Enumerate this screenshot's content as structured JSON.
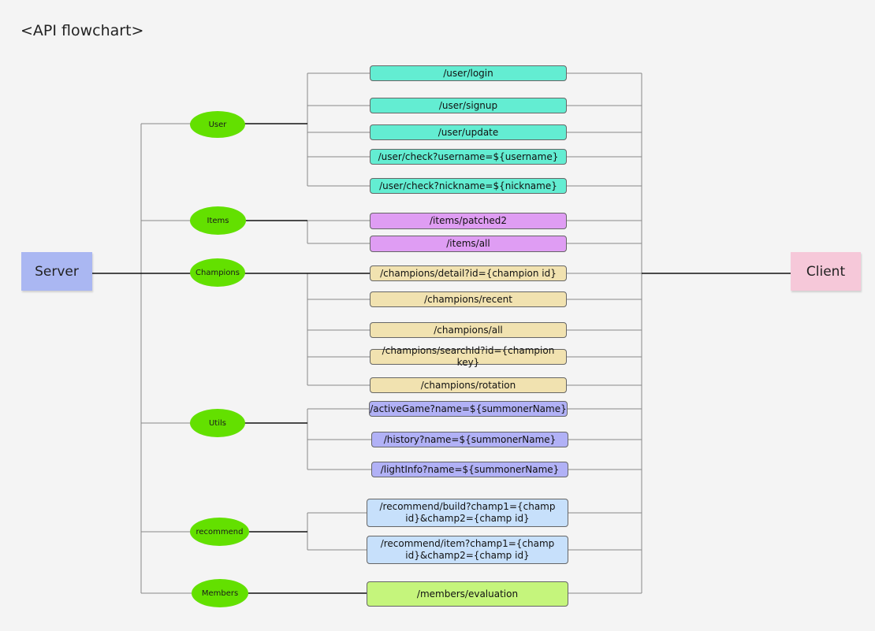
{
  "title": "<API flowchart>",
  "server": {
    "label": "Server",
    "color": "#aab7f2"
  },
  "client": {
    "label": "Client",
    "color": "#f6c8d9"
  },
  "group_colors": {
    "user": "#63edd2",
    "items": "#df9df3",
    "champions": "#f1e2b0",
    "utils": "#b1b1f6",
    "recommend": "#c7e0fb",
    "members": "#c5f57c",
    "category_node": "#63e000"
  },
  "categories": {
    "user": "User",
    "items": "Items",
    "champions": "Champions",
    "utils": "Utils",
    "recommend": "recommend",
    "members": "Members"
  },
  "endpoints": {
    "user_login": "/user/login",
    "user_signup": "/user/signup",
    "user_update": "/user/update",
    "user_check_username": "/user/check?username=${username}",
    "user_check_nickname": "/user/check?nickname=${nickname}",
    "items_patched2": "/items/patched2",
    "items_all": "/items/all",
    "champions_detail": "/champions/detail?id={champion id}",
    "champions_recent": "/champions/recent",
    "champions_all": "/champions/all",
    "champions_searchid": "/champions/searchId?id={champion key}",
    "champions_rotation": "/champions/rotation",
    "active_game": "/activeGame?name=${summonerName}",
    "history": "/history?name=${summonerName}",
    "light_info": "/lightInfo?name=${summonerName}",
    "recommend_build_l1": "/recommend/build?champ1={champ",
    "recommend_build_l2": "id}&champ2={champ id}",
    "recommend_item_l1": "/recommend/item?champ1={champ",
    "recommend_item_l2": "id}&champ2={champ id}",
    "members_evaluation": "/members/evaluation"
  }
}
